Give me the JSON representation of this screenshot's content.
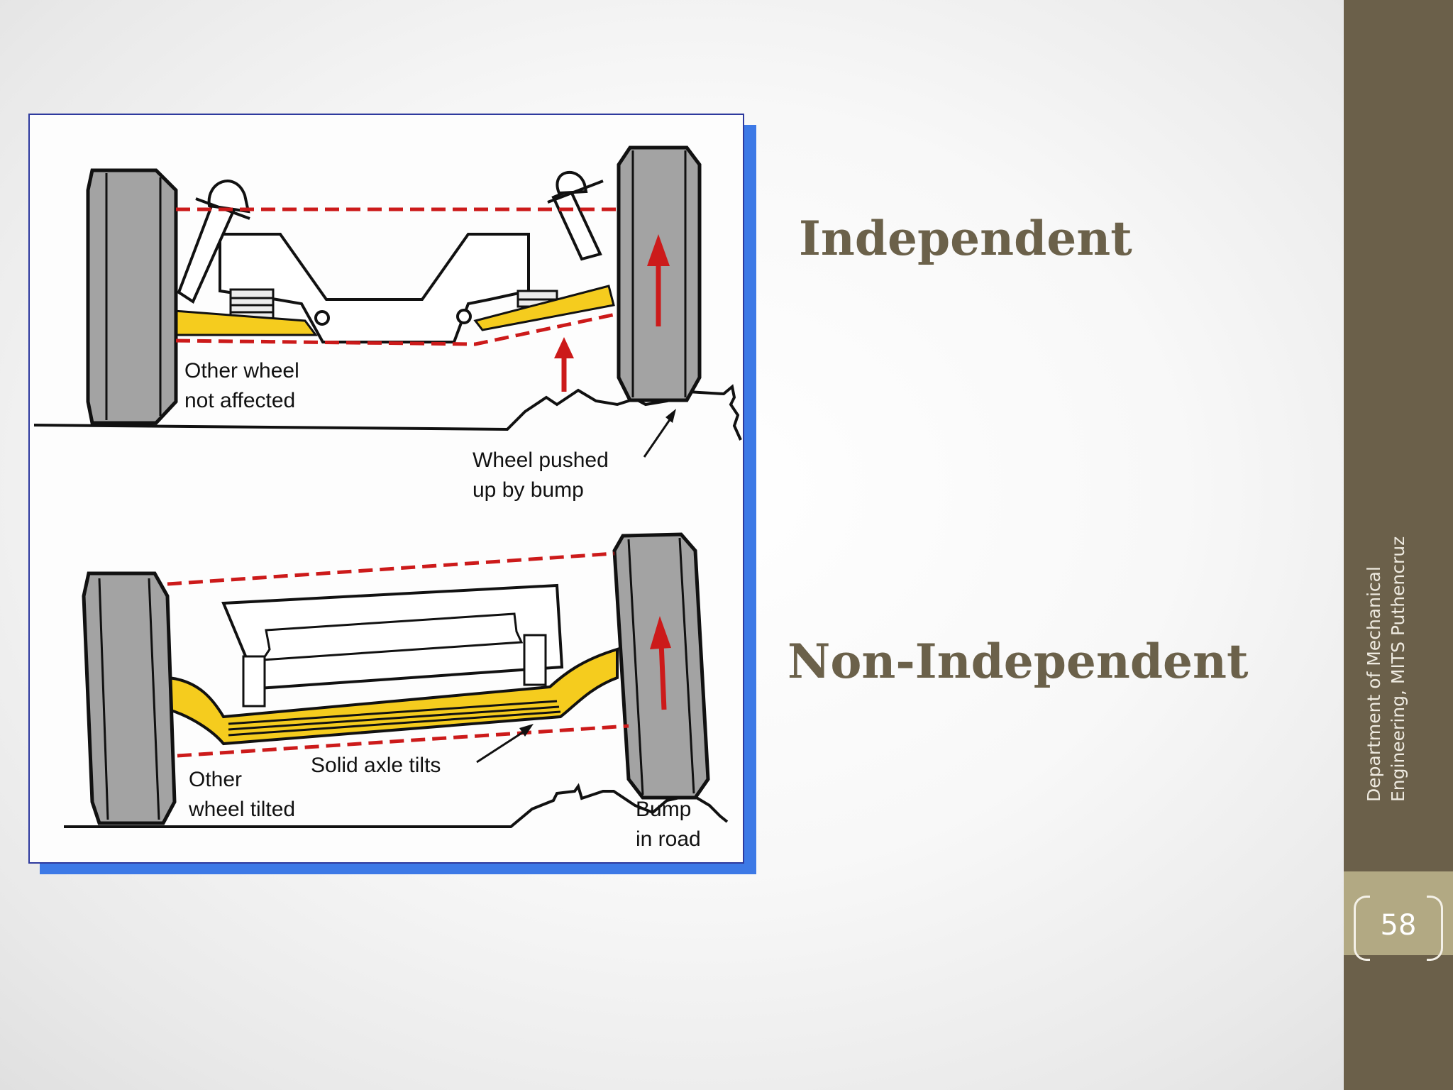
{
  "headings": {
    "independent": "Independent",
    "non_independent": "Non-Independent"
  },
  "diagram": {
    "top_labels": {
      "other_wheel_line1": "Other wheel",
      "other_wheel_line2": "not affected",
      "pushed_line1": "Wheel pushed",
      "pushed_line2": "up by bump"
    },
    "bottom_labels": {
      "solid_axle": "Solid axle tilts",
      "other_line1": "Other",
      "other_line2": "wheel tilted",
      "bump_line1": "Bump",
      "bump_line2": "in road"
    },
    "colors": {
      "tire": "#a3a3a3",
      "arm": "#f5cc1e",
      "arrow": "#cc1a1a",
      "frame_border": "#2e3a9e",
      "frame_shadow": "#3d79e6"
    }
  },
  "sidebar": {
    "line1": "Department of Mechanical",
    "line2": "Engineering, MITS Puthencruz"
  },
  "page_number": "58",
  "colors": {
    "sidebar": "#6b604a",
    "page_tab": "#b2a983",
    "heading": "#6b614a"
  }
}
